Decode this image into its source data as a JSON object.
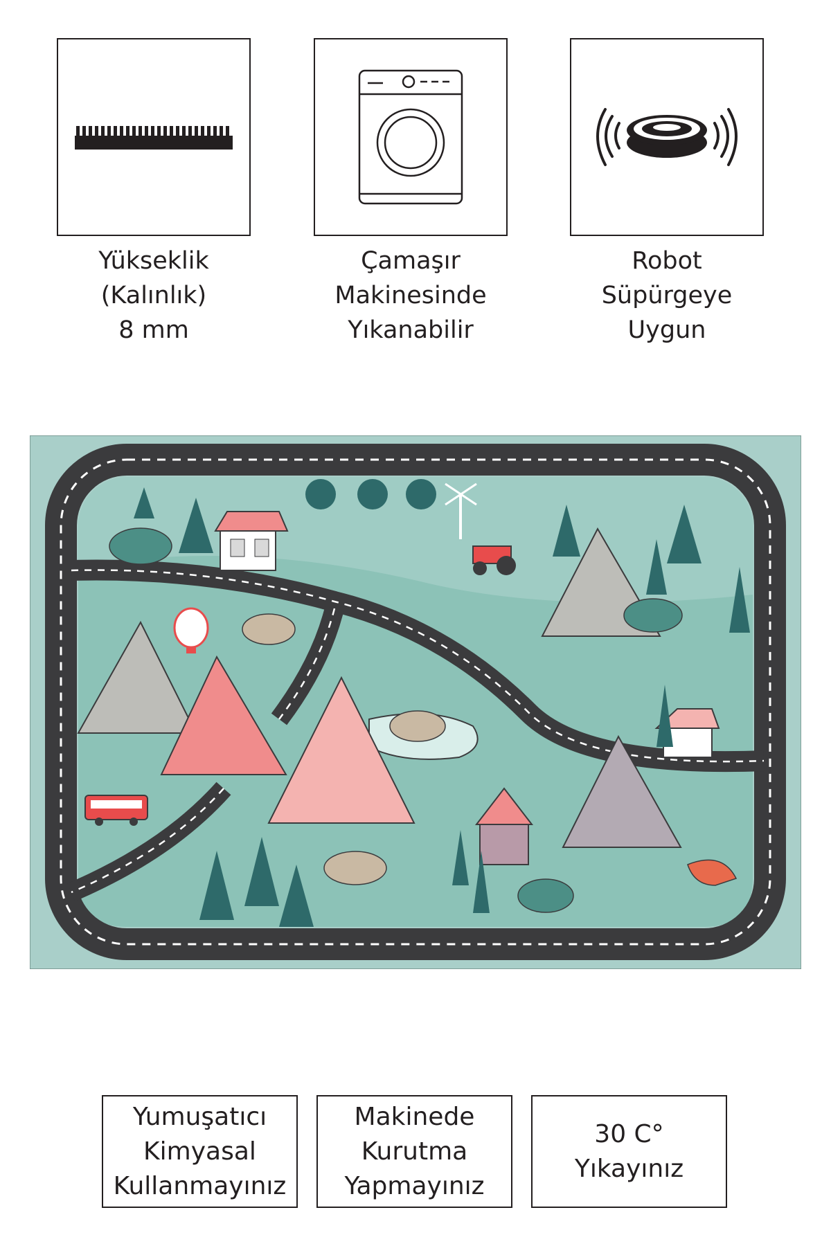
{
  "features": [
    {
      "icon": "carpet-pile-icon",
      "label": "Yükseklik\n(Kalınlık)\n8 mm"
    },
    {
      "icon": "washing-machine-icon",
      "label": "Çamaşır\nMakinesinde\nYıkanabilir"
    },
    {
      "icon": "robot-vacuum-icon",
      "label": "Robot\nSüpürgeye\nUygun"
    }
  ],
  "care": [
    {
      "label": "Yumuşatıcı\nKimyasal\nKullanmayınız"
    },
    {
      "label": "Makinede\nKurutma\nYapmayınız"
    },
    {
      "label": "30 C°\nYıkayınız"
    }
  ],
  "colors": {
    "rug_background": "#a9cfc9",
    "grass": "#88c0b3",
    "road": "#3b3b3d",
    "road_marking": "#ffffff",
    "pink_accent": "#f08c8c",
    "tree": "#2e6a6a",
    "text": "#231f20"
  }
}
